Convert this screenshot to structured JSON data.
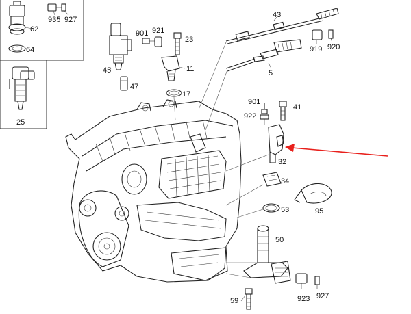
{
  "diagram": {
    "labels": [
      {
        "id": "62",
        "text": "62"
      },
      {
        "id": "935",
        "text": "935"
      },
      {
        "id": "927a",
        "text": "927"
      },
      {
        "id": "64",
        "text": "64"
      },
      {
        "id": "25",
        "text": "25"
      },
      {
        "id": "43",
        "text": "43"
      },
      {
        "id": "901a",
        "text": "901"
      },
      {
        "id": "921",
        "text": "921"
      },
      {
        "id": "23",
        "text": "23"
      },
      {
        "id": "45",
        "text": "45"
      },
      {
        "id": "11",
        "text": "11"
      },
      {
        "id": "47",
        "text": "47"
      },
      {
        "id": "17",
        "text": "17"
      },
      {
        "id": "919",
        "text": "919"
      },
      {
        "id": "920",
        "text": "920"
      },
      {
        "id": "5",
        "text": "5"
      },
      {
        "id": "901b",
        "text": "901"
      },
      {
        "id": "41",
        "text": "41"
      },
      {
        "id": "922",
        "text": "922"
      },
      {
        "id": "32",
        "text": "32"
      },
      {
        "id": "34",
        "text": "34"
      },
      {
        "id": "95",
        "text": "95"
      },
      {
        "id": "53",
        "text": "53"
      },
      {
        "id": "50",
        "text": "50"
      },
      {
        "id": "923",
        "text": "923"
      },
      {
        "id": "927b",
        "text": "927"
      },
      {
        "id": "59",
        "text": "59"
      }
    ],
    "arrow_color": "#e8201c",
    "line_color": "#222222"
  }
}
